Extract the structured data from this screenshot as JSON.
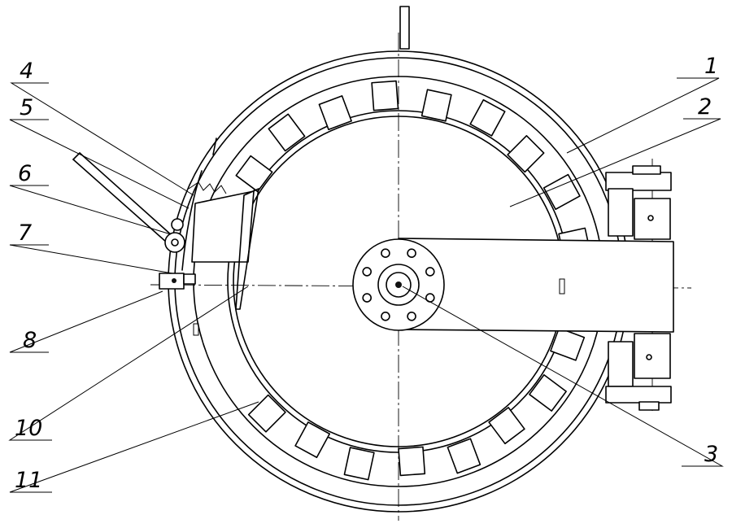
{
  "figure": {
    "callouts": [
      {
        "id": "part-1",
        "text": "1"
      },
      {
        "id": "part-2",
        "text": "2"
      },
      {
        "id": "part-3",
        "text": "3"
      },
      {
        "id": "part-4",
        "text": "4"
      },
      {
        "id": "part-5",
        "text": "5"
      },
      {
        "id": "part-6",
        "text": "6"
      },
      {
        "id": "part-7",
        "text": "7"
      },
      {
        "id": "part-8",
        "text": "8"
      },
      {
        "id": "part-10",
        "text": "10"
      },
      {
        "id": "part-11",
        "text": "11"
      }
    ],
    "colors": {
      "ink": "#000000",
      "paper": "#ffffff"
    }
  }
}
